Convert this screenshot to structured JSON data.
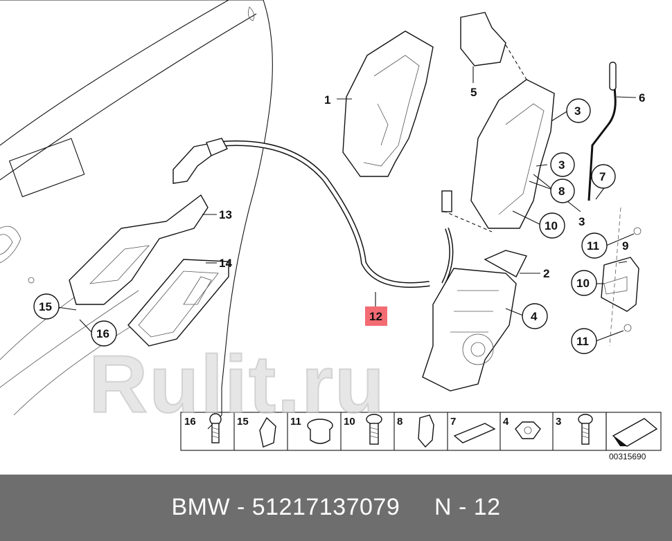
{
  "callouts": [
    {
      "id": "c1",
      "text": "1"
    },
    {
      "id": "c2",
      "text": "2"
    },
    {
      "id": "c3a",
      "text": "3"
    },
    {
      "id": "c3b",
      "text": "3"
    },
    {
      "id": "c3c",
      "text": "3"
    },
    {
      "id": "c4",
      "text": "4"
    },
    {
      "id": "c5",
      "text": "5"
    },
    {
      "id": "c6",
      "text": "6"
    },
    {
      "id": "c7",
      "text": "7"
    },
    {
      "id": "c8",
      "text": "8"
    },
    {
      "id": "c9",
      "text": "9"
    },
    {
      "id": "c10a",
      "text": "10"
    },
    {
      "id": "c10b",
      "text": "10"
    },
    {
      "id": "c11a",
      "text": "11"
    },
    {
      "id": "c11b",
      "text": "11"
    },
    {
      "id": "c12",
      "text": "12"
    },
    {
      "id": "c13",
      "text": "13"
    },
    {
      "id": "c14",
      "text": "14"
    },
    {
      "id": "c15",
      "text": "15"
    },
    {
      "id": "c16",
      "text": "16"
    }
  ],
  "parts_strip": [
    "16",
    "15",
    "11",
    "10",
    "8",
    "7",
    "4",
    "3"
  ],
  "diagram_code": "00315690",
  "highlight_color": "#f36b73",
  "watermark": "Rulit.ru",
  "footer": {
    "text": "BMW - 51217137079     N - 12"
  }
}
